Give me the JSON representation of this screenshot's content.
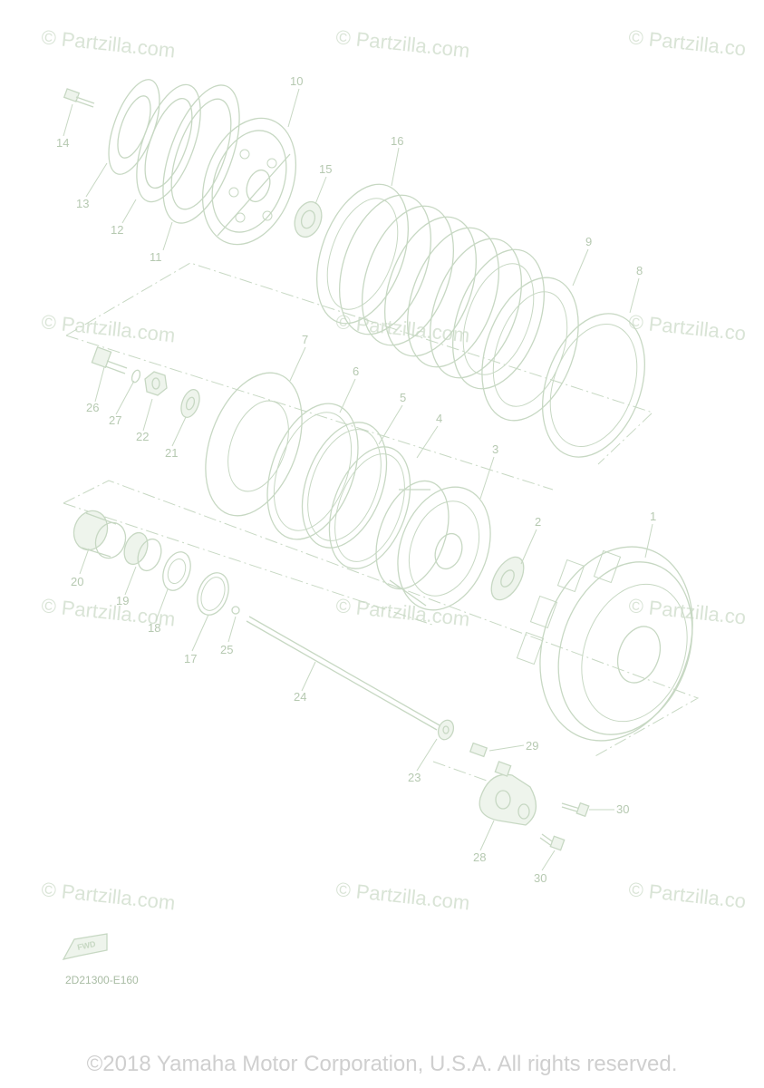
{
  "watermarks": [
    "© Partzilla.com",
    "© Partzilla.com",
    "© Partzilla.co",
    "© Partzilla.com",
    "© Partzilla.com",
    "© Partzilla.co",
    "© Partzilla.com",
    "© Partzilla.com",
    "© Partzilla.co",
    "© Partzilla.com",
    "© Partzilla.com",
    "© Partzilla.co"
  ],
  "callouts": [
    "1",
    "2",
    "3",
    "4",
    "5",
    "6",
    "7",
    "8",
    "9",
    "10",
    "11",
    "12",
    "13",
    "14",
    "15",
    "16",
    "17",
    "18",
    "19",
    "20",
    "21",
    "22",
    "23",
    "24",
    "25",
    "26",
    "27",
    "28",
    "29",
    "30",
    "30"
  ],
  "fwd_label": "FWD",
  "diagram_code": "2D21300-E160",
  "copyright": "©2018 Yamaha Motor Corporation, U.S.A. All rights reserved."
}
